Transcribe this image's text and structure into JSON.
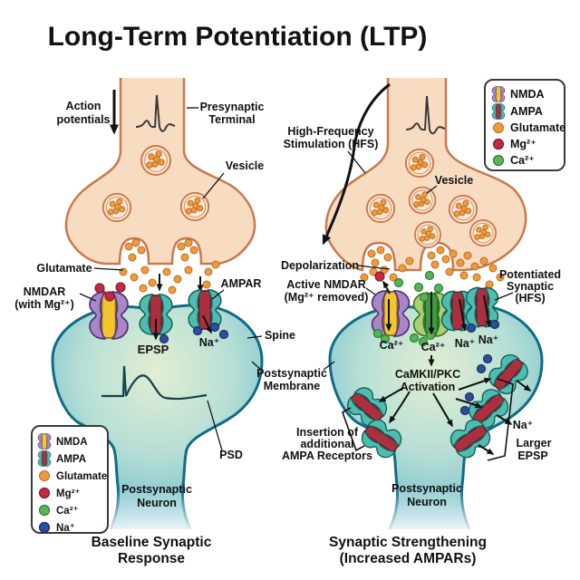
{
  "title": "Long-Term Potentiation (LTP)",
  "colors": {
    "presynaptic_fill": "#f8dcc2",
    "presynaptic_outline": "#c8794e",
    "postsynaptic_fill": "#8ecdd2",
    "postsynaptic_outline": "#0f6c86",
    "nmda_body": "#a985c9",
    "nmda_channel": "#f3c62f",
    "ampa_body": "#4fbcb0",
    "ampa_channel": "#aa3040",
    "active_nmda_body": "#a8d172",
    "active_nmda_channel": "#3f9b42",
    "glutamate": "#f09a3c",
    "mg": "#c32944",
    "ca": "#58b358",
    "na": "#2b4f9e"
  },
  "legend_top_right": {
    "items": [
      "NMDA",
      "AMPA",
      "Glutamate",
      "Mg²⁺",
      "Ca²⁺"
    ]
  },
  "legend_bottom_left": {
    "items": [
      "NMDA",
      "AMPA",
      "Glutamate",
      "Mg²⁺",
      "Ca²⁺",
      "Na⁺"
    ]
  },
  "left": {
    "action1": "Action",
    "action2": "potentials",
    "presyn1": "Presynaptic",
    "presyn2": "Terminal",
    "vesicle": "Vesicle",
    "glutamate": "Glutamate",
    "nmdar1": "NMDAR",
    "nmdar2": "(with Mg²⁺)",
    "ampar": "AMPAR",
    "epsp": "EPSP",
    "na": "Na⁺",
    "spine": "Spine",
    "membrane1": "Postsynaptic",
    "membrane2": "Membrane",
    "psd": "PSD",
    "neuron1": "Postsynaptic",
    "neuron2": "Neuron",
    "caption1": "Baseline Synaptic",
    "caption2": "Response"
  },
  "right": {
    "hfs1": "High-Frequency",
    "hfs2": "Stimulation (HFS)",
    "vesicle": "Vesicle",
    "depolarization": "Depolarization",
    "active1": "Active NMDAR",
    "active2": "(Mg²⁺ removed)",
    "pot1": "Potentiated",
    "pot2": "Synaptic",
    "pot3": "(HFS)",
    "ca1": "Ca²⁺",
    "ca2": "Ca²⁺",
    "na1": "Na⁺",
    "na2": "Na⁺",
    "camkii1": "CaMKII/PKC",
    "camkii2": "Activation",
    "insertion1": "Insertion of",
    "insertion2": "additional",
    "insertion3": "AMPA Receptors",
    "na3": "Na⁺",
    "larger1": "Larger",
    "larger2": "EPSP",
    "neuron1": "Postsynaptic",
    "neuron2": "Neuron",
    "caption1": "Synaptic Strengthening",
    "caption2": "(Increased AMPARs)"
  }
}
